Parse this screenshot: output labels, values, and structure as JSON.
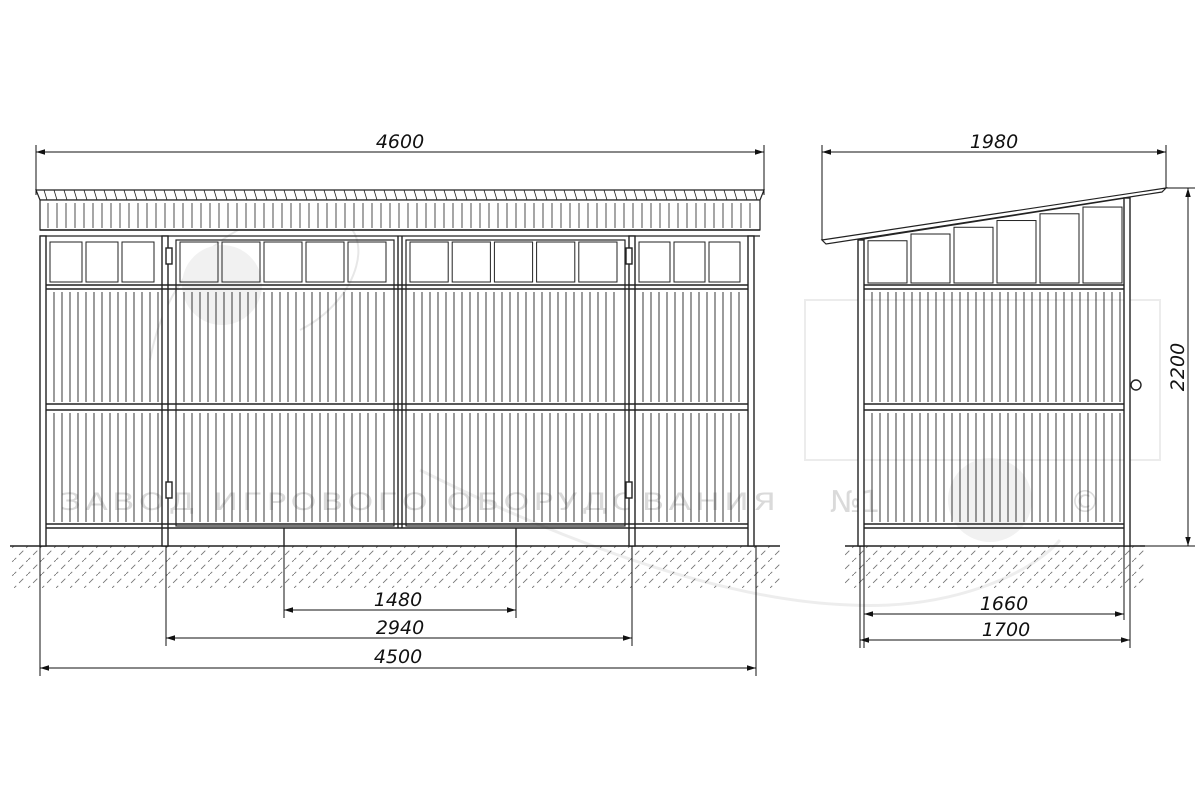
{
  "front_view": {
    "overall_width": "4600",
    "base_width": "4500",
    "gate_span": "2940",
    "door_span": "1480"
  },
  "side_view": {
    "roof_depth": "1980",
    "height": "2200",
    "inner_depth": "1660",
    "base_depth": "1700"
  },
  "watermark": {
    "caption": "ЗАВОД ИГРОВОГО ОБОРУДОВАНИЯ",
    "number_mark": "№1",
    "copyright_mark": "©"
  }
}
